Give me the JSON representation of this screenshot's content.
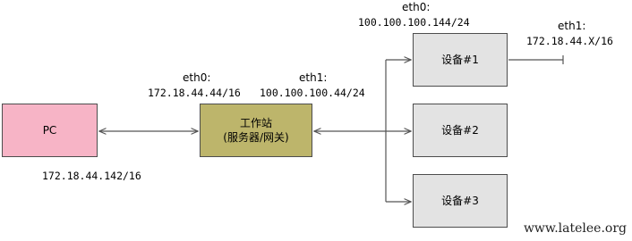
{
  "nodes": {
    "pc": {
      "label": "PC"
    },
    "workstation": {
      "line1": "工作站",
      "line2": "(服务器/网关)"
    },
    "device1": {
      "label": "设备#1"
    },
    "device2": {
      "label": "设备#2"
    },
    "device3": {
      "label": "设备#3"
    }
  },
  "interfaces": {
    "pc_ip": "172.18.44.142/16",
    "ws_eth0_name": "eth0:",
    "ws_eth0_ip": "172.18.44.44/16",
    "ws_eth1_name": "eth1:",
    "ws_eth1_ip": "100.100.100.44/24",
    "dev_eth0_name": "eth0:",
    "dev_eth0_ip": "100.100.100.144/24",
    "dev_eth1_name": "eth1:",
    "dev_eth1_ip": "172.18.44.X/16"
  },
  "watermark": "www.latelee.org",
  "colors": {
    "pc_fill": "#f7b4c6",
    "workstation_fill": "#bdb56b",
    "device_fill": "#e3e3e3",
    "connector": "#555555"
  }
}
